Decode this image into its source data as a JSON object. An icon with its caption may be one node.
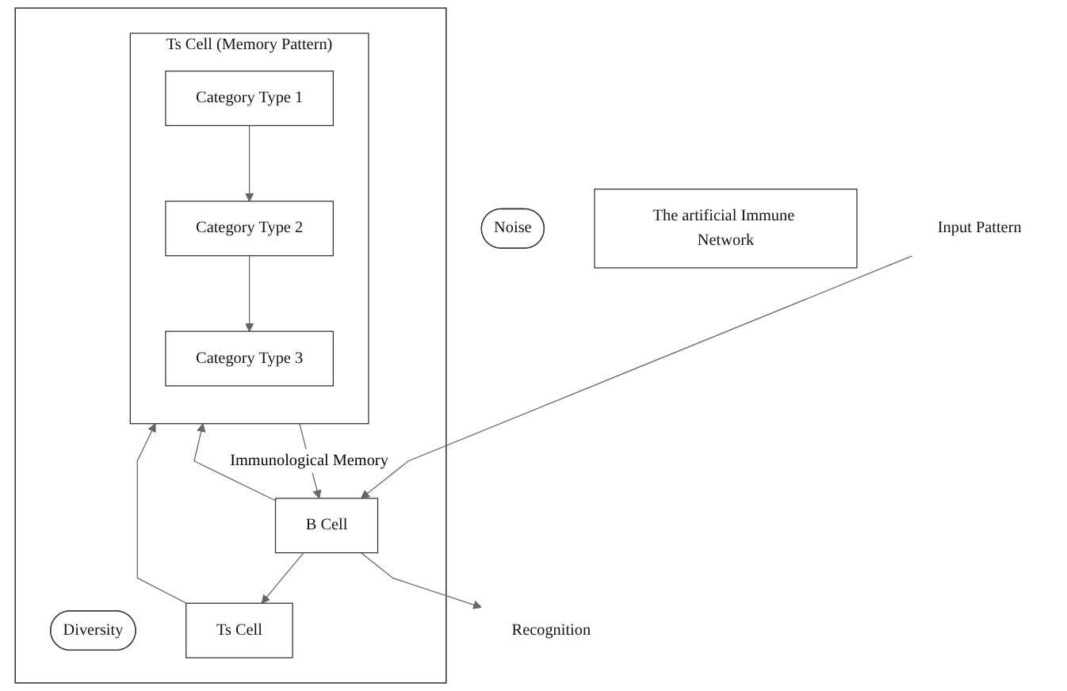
{
  "diagram": {
    "nodes": [
      {
        "text": [
          "Input Pattern"
        ]
      },
      {
        "text": [
          "Noise"
        ]
      },
      {
        "text": [
          "The artificial Immune Network"
        ]
      },
      {
        "text": [],
        "shape": "box"
      },
      {
        "text": [
          "B Cell"
        ],
        "in": 3
      },
      {
        "text": [
          "Diversity"
        ],
        "in": 3
      },
      {
        "text": [
          "Ts Cell (Memory Pattern)"
        ],
        "in": 3
      },
      {
        "text": [
          "Category Type 1"
        ],
        "in": 6
      },
      {
        "text": [
          "Category Type 2"
        ],
        "in": 6
      },
      {
        "text": [
          "Category Type 3"
        ],
        "in": 6
      },
      {
        "text": [
          "Ts Cell"
        ],
        "in": 3
      },
      {
        "text": [
          "Recognition"
        ]
      }
    ],
    "edges": [
      {
        "from": 0,
        "to": 4,
        "arrow": "to"
      },
      {
        "from": 4,
        "to": 10,
        "arrow": "to"
      },
      {
        "from": 4,
        "to": 6,
        "arrow": "to"
      },
      {
        "from": 10,
        "to": 6,
        "arrow": "to"
      },
      {
        "from": 7,
        "to": 8,
        "arrow": "to"
      },
      {
        "from": 8,
        "to": 9,
        "arrow": "to"
      },
      {
        "from": 4,
        "to": 11,
        "arrow": "to"
      },
      {
        "from": 6,
        "to": 4,
        "arrow": "to",
        "label": "Immunological Memory"
      }
    ]
  }
}
